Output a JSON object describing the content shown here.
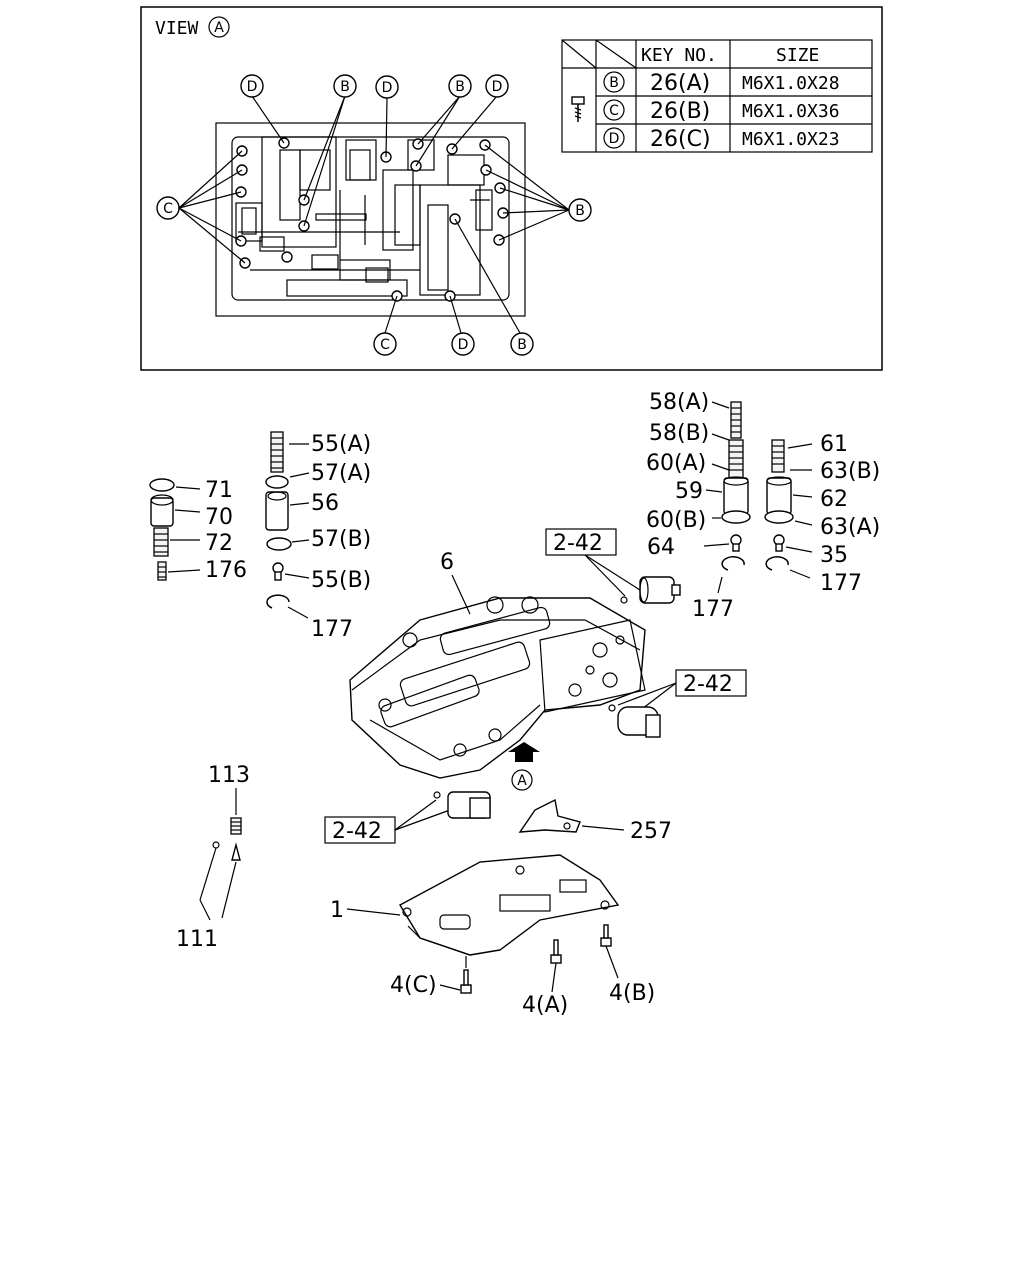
{
  "view_box": {
    "title": "VIEW",
    "title_letter": "A",
    "callout_letters": {
      "b": "B",
      "c": "C",
      "d": "D"
    }
  },
  "bolt_table": {
    "header_key": "KEY NO.",
    "header_size": "SIZE",
    "rows": [
      {
        "letter": "B",
        "key": "26(A)",
        "size": "M6X1.0X28"
      },
      {
        "letter": "C",
        "key": "26(B)",
        "size": "M6X1.0X36"
      },
      {
        "letter": "D",
        "key": "26(C)",
        "size": "M6X1.0X23"
      }
    ]
  },
  "view_marker": "A",
  "ref_boxes": [
    "2-42",
    "2-42",
    "2-42"
  ],
  "part_labels": {
    "p55a": "55(A)",
    "p57a": "57(A)",
    "p56": "56",
    "p57b": "57(B)",
    "p55b": "55(B)",
    "p177_left": "177",
    "p71": "71",
    "p70": "70",
    "p72": "72",
    "p176": "176",
    "p58a": "58(A)",
    "p58b": "58(B)",
    "p60a": "60(A)",
    "p59": "59",
    "p60b": "60(B)",
    "p64": "64",
    "p177_mid": "177",
    "p61": "61",
    "p63b": "63(B)",
    "p62": "62",
    "p63a": "63(A)",
    "p35": "35",
    "p177_right": "177",
    "p6": "6",
    "p113": "113",
    "p111": "111",
    "p257": "257",
    "p1": "1",
    "p4c": "4(C)",
    "p4a": "4(A)",
    "p4b": "4(B)"
  }
}
